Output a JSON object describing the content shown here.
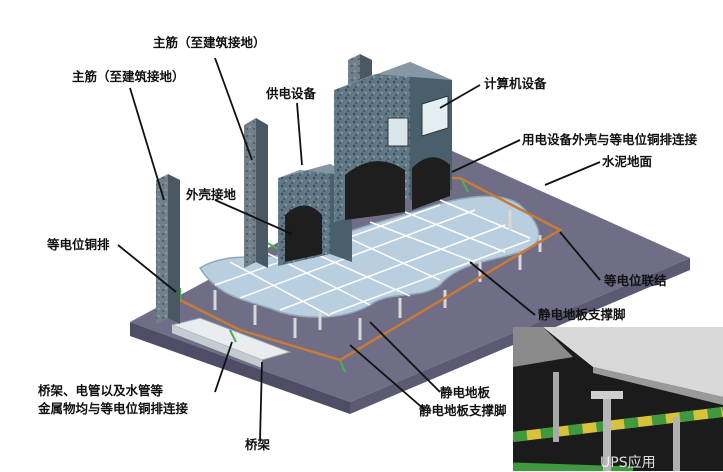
{
  "labels": {
    "rebar_top": "主筋（至建筑接地）",
    "rebar_left": "主筋（至建筑接地）",
    "power_equipment": "供电设备",
    "computer_equipment": "计算机设备",
    "equipment_bonding": "用电设备外壳与等电位铜排连接",
    "cement_floor": "水泥地面",
    "shell_grounding": "外壳接地",
    "copper_bar": "等电位铜排",
    "bonding_link": "等电位联结",
    "floor_support_right": "静电地板支撑脚",
    "tray_pipes_line1": "桥架、电管以及水管等",
    "tray_pipes_line2": "金属物均与等电位铜排连接",
    "static_floor": "静电地板",
    "floor_support_bottom": "静电地板支撑脚",
    "cable_tray": "桥架"
  },
  "watermark": "UPS应用",
  "colors": {
    "base_slab": "#6f6e86",
    "base_slab_side": "#4e4d66",
    "floor_panel": "#b9cfdf",
    "floor_grid": "#ffffff",
    "cabinet": "#5f7583",
    "copper_line": "#c77a3a",
    "ground_wire": "#4caf50"
  }
}
